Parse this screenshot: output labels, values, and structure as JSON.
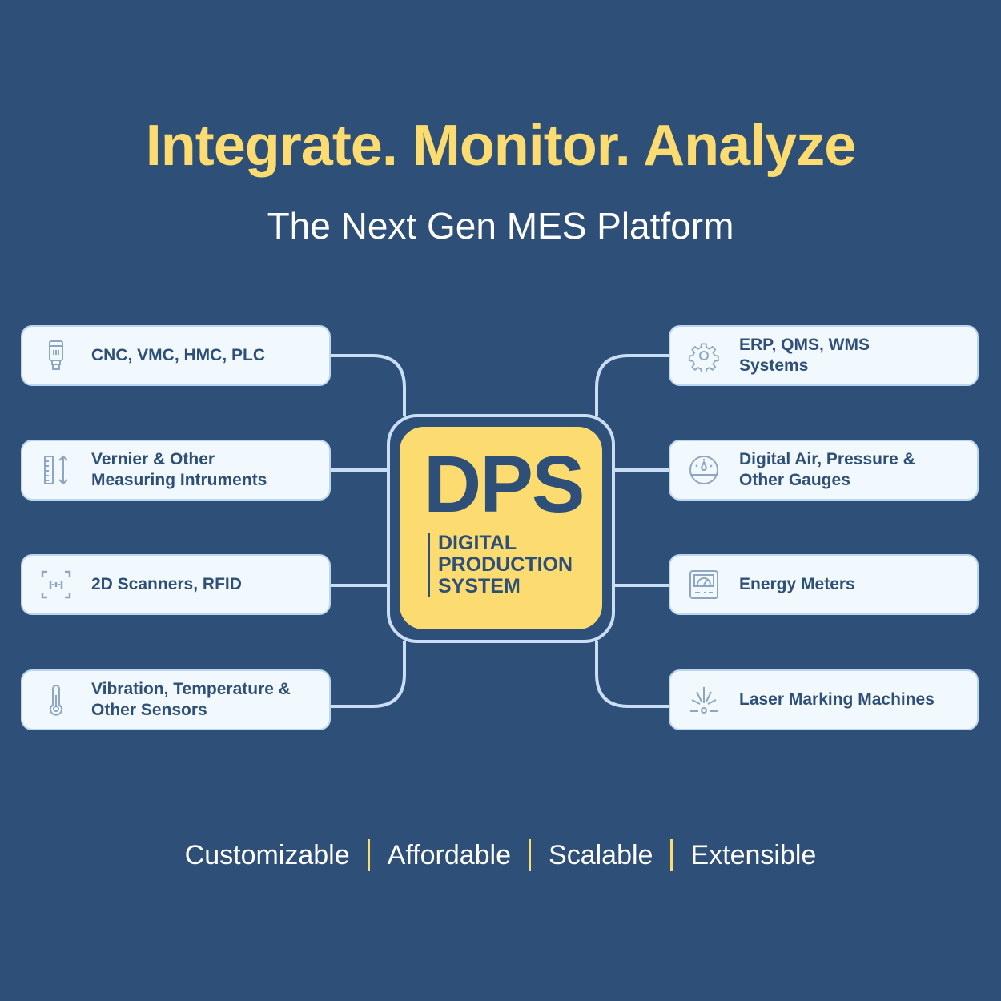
{
  "header": {
    "title": "Integrate. Monitor. Analyze",
    "subtitle": "The Next Gen MES Platform"
  },
  "center": {
    "acronym": "DPS",
    "line1": "DIGITAL",
    "line2": "PRODUCTION",
    "line3": "SYSTEM"
  },
  "left": [
    {
      "icon": "plc-device-icon",
      "label": "CNC, VMC, HMC, PLC"
    },
    {
      "icon": "ruler-measure-icon",
      "label": "Vernier & Other Measuring Intruments"
    },
    {
      "icon": "scanner-icon",
      "label": "2D Scanners, RFID"
    },
    {
      "icon": "thermometer-icon",
      "label": "Vibration, Temperature & Other Sensors"
    }
  ],
  "right": [
    {
      "icon": "gear-icon",
      "label": "ERP, QMS, WMS Systems"
    },
    {
      "icon": "gauge-icon",
      "label": "Digital Air, Pressure & Other Gauges"
    },
    {
      "icon": "energy-meter-icon",
      "label": "Energy Meters"
    },
    {
      "icon": "laser-icon",
      "label": "Laser Marking Machines"
    }
  ],
  "footer": [
    "Customizable",
    "Affordable",
    "Scalable",
    "Extensible"
  ],
  "colors": {
    "background": "#2E4F78",
    "accent": "#FCDB70",
    "card": "#F1F8FE"
  }
}
